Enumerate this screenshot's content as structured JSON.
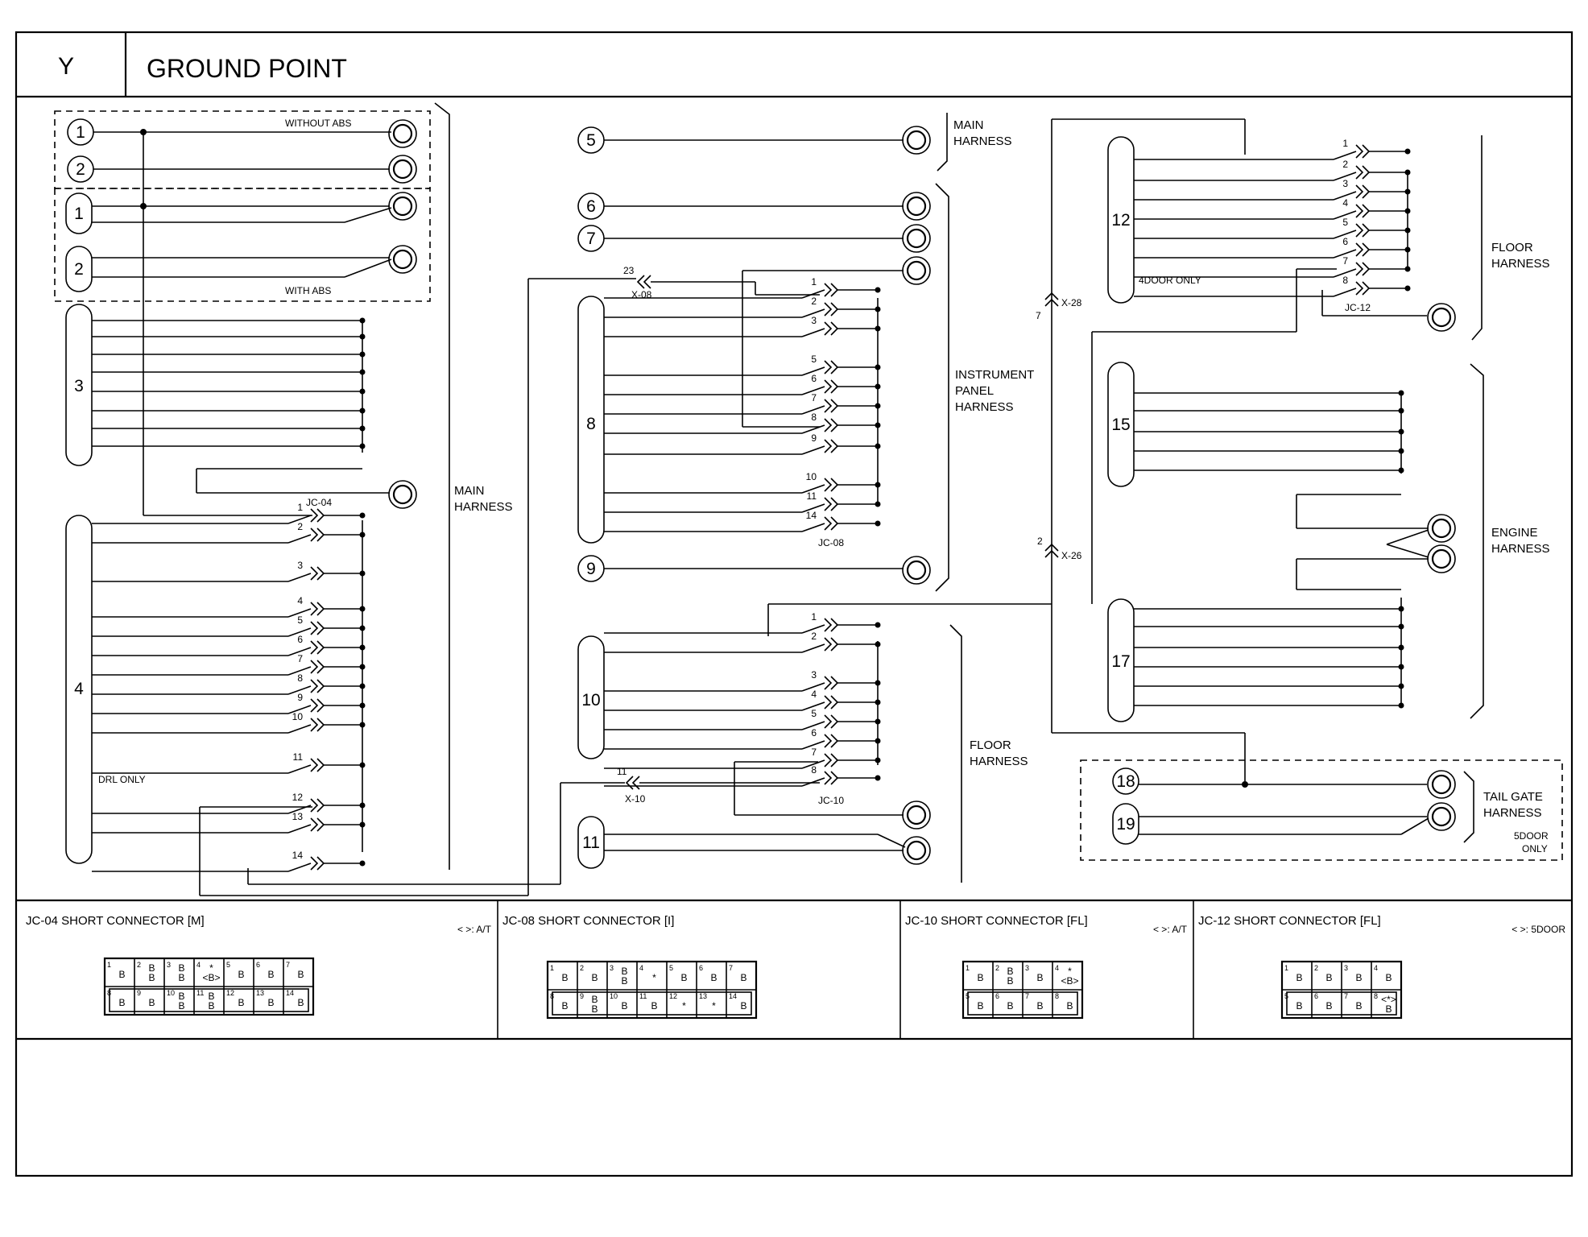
{
  "header": {
    "code": "Y",
    "title": "GROUND POINT"
  },
  "panel_left": {
    "without_abs": "WITHOUT ABS",
    "with_abs": "WITH ABS",
    "drl_only": "DRL ONLY",
    "jc04": "JC-04",
    "harness_a": "MAIN",
    "harness_b": "HARNESS"
  },
  "panel_mid": {
    "main_a": "MAIN",
    "main_b": "HARNESS",
    "ip_a": "INSTRUMENT",
    "ip_b": "PANEL",
    "ip_c": "HARNESS",
    "x08_pin": "23",
    "x08": "X-08",
    "jc08": "JC-08",
    "floor_a": "FLOOR",
    "floor_b": "HARNESS",
    "x10_pin": "11",
    "x10": "X-10",
    "jc10": "JC-10"
  },
  "panel_right": {
    "x28_pin": "7",
    "x28": "X-28",
    "x26_pin": "2",
    "x26": "X-26",
    "four_door": "4DOOR ONLY",
    "jc12": "JC-12",
    "floor_a": "FLOOR",
    "floor_b": "HARNESS",
    "engine_a": "ENGINE",
    "engine_b": "HARNESS",
    "tail_a": "TAIL GATE",
    "tail_b": "HARNESS",
    "five_a": "5DOOR",
    "five_b": "ONLY"
  },
  "ground_points": {
    "g1": "1",
    "g2": "2",
    "g3": "3",
    "g4": "4",
    "g5": "5",
    "g6": "6",
    "g7": "7",
    "g8": "8",
    "g9": "9",
    "g10": "10",
    "g11": "11",
    "g12": "12",
    "g15": "15",
    "g17": "17",
    "g18": "18",
    "g19": "19"
  },
  "jc04_pins": [
    "1",
    "2",
    "3",
    "4",
    "5",
    "6",
    "7",
    "8",
    "9",
    "10",
    "11",
    "12",
    "13",
    "14"
  ],
  "jc08_pins": [
    "1",
    "2",
    "3",
    "5",
    "6",
    "7",
    "8",
    "9",
    "10",
    "11",
    "14"
  ],
  "jc10_pins": [
    "1",
    "2",
    "3",
    "4",
    "5",
    "6",
    "7",
    "8"
  ],
  "jc12_pins": [
    "1",
    "2",
    "3",
    "4",
    "5",
    "6",
    "7",
    "8"
  ],
  "connectors": [
    {
      "title": "JC-04 SHORT CONNECTOR [M]",
      "note": "< >: A/T",
      "cols": 7,
      "top": [
        [
          "1",
          "B"
        ],
        [
          "2",
          "B B"
        ],
        [
          "3",
          "B B"
        ],
        [
          "4",
          "* <B>"
        ],
        [
          "5",
          "B"
        ],
        [
          "6",
          "B"
        ],
        [
          "7",
          "B"
        ]
      ],
      "bottom": [
        [
          "8",
          "B"
        ],
        [
          "9",
          "B"
        ],
        [
          "10",
          "B B"
        ],
        [
          "11",
          "B B"
        ],
        [
          "12",
          "B"
        ],
        [
          "13",
          "B"
        ],
        [
          "14",
          "B"
        ]
      ]
    },
    {
      "title": "JC-08 SHORT CONNECTOR [I]",
      "note": "",
      "cols": 7,
      "top": [
        [
          "1",
          "B"
        ],
        [
          "2",
          "B"
        ],
        [
          "3",
          "B B"
        ],
        [
          "4",
          "*"
        ],
        [
          "5",
          "B"
        ],
        [
          "6",
          "B"
        ],
        [
          "7",
          "B"
        ]
      ],
      "bottom": [
        [
          "8",
          "B"
        ],
        [
          "9",
          "B B"
        ],
        [
          "10",
          "B"
        ],
        [
          "11",
          "B"
        ],
        [
          "12",
          "*"
        ],
        [
          "13",
          "*"
        ],
        [
          "14",
          "B"
        ]
      ]
    },
    {
      "title": "JC-10 SHORT CONNECTOR [FL]",
      "note": "< >: A/T",
      "cols": 4,
      "top": [
        [
          "1",
          "B"
        ],
        [
          "2",
          "B B"
        ],
        [
          "3",
          "B"
        ],
        [
          "4",
          "* <B>"
        ]
      ],
      "bottom": [
        [
          "5",
          "B"
        ],
        [
          "6",
          "B"
        ],
        [
          "7",
          "B"
        ],
        [
          "8",
          "B"
        ]
      ]
    },
    {
      "title": "JC-12 SHORT CONNECTOR [FL]",
      "note": "< >: 5DOOR",
      "cols": 4,
      "top": [
        [
          "1",
          "B"
        ],
        [
          "2",
          "B"
        ],
        [
          "3",
          "B"
        ],
        [
          "4",
          "B"
        ]
      ],
      "bottom": [
        [
          "5",
          "B"
        ],
        [
          "6",
          "B"
        ],
        [
          "7",
          "B"
        ],
        [
          "8",
          "<*> B"
        ]
      ]
    }
  ]
}
